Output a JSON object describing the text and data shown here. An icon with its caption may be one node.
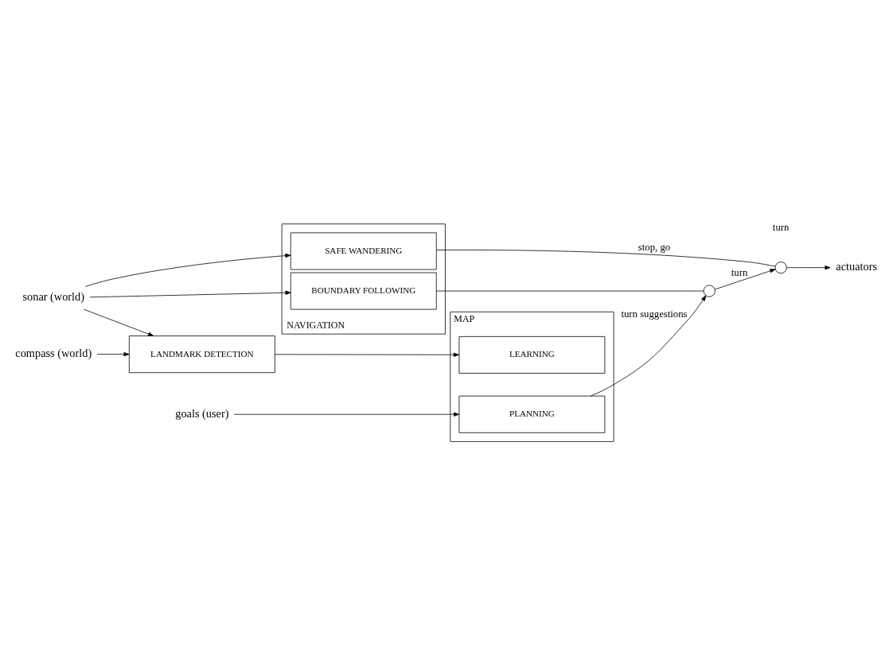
{
  "diagram": {
    "nodes": [
      {
        "text": [
          "MAP"
        ]
      },
      {
        "text": [
          "PLANNING"
        ],
        "in": 0
      },
      {
        "text": [
          "LEARNING"
        ],
        "in": 0
      },
      {
        "text": [
          "LANDMARK DETECTION"
        ]
      },
      {
        "text": [
          "NAVIGATION"
        ]
      },
      {
        "text": [
          "BOUNDARY FOLLOWING"
        ],
        "in": 4
      },
      {
        "text": [
          "SAFE WANDERING"
        ],
        "in": 4
      },
      {
        "text": [
          "goals (user)"
        ]
      },
      {
        "text": [
          "compass (world)"
        ]
      },
      {
        "text": [
          "sonar (world)"
        ]
      },
      {
        "text": [],
        "shape": "circle"
      },
      {
        "text": [],
        "shape": "circle"
      },
      {
        "text": [
          "actuators"
        ]
      }
    ],
    "edges": [
      {
        "from": 7,
        "to": 1,
        "arrow": "to"
      },
      {
        "from": 8,
        "to": 3,
        "arrow": "to"
      },
      {
        "from": 9,
        "to": 3,
        "arrow": "to"
      },
      {
        "from": 9,
        "to": 5,
        "arrow": "to"
      },
      {
        "from": 9,
        "to": 6,
        "arrow": "to"
      },
      {
        "from": 3,
        "to": 2,
        "arrow": "to"
      },
      {
        "from": 1,
        "to": 10,
        "arrow": "to",
        "label": "turn suggestions"
      },
      {
        "from": 5,
        "to": 10,
        "arrow": "none"
      },
      {
        "from": 10,
        "to": 11,
        "arrow": "to",
        "label": "turn"
      },
      {
        "from": 6,
        "to": 11,
        "arrow": "none",
        "label": "stop, go"
      },
      {
        "from": 11,
        "to": 12,
        "arrow": "to"
      }
    ],
    "labels": [
      "turn"
    ]
  }
}
